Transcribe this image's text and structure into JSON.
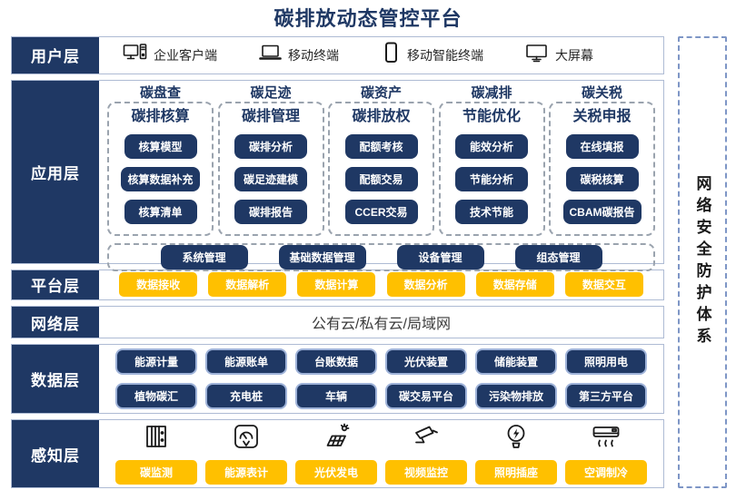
{
  "title": "碳排放动态管控平台",
  "security_band": {
    "label": "网络安全防护体系"
  },
  "colors": {
    "navy": "#1F3864",
    "yellow": "#FFC000",
    "row_border": "#AEBBD4",
    "chip_border": "#9FB3D9"
  },
  "layers": {
    "user": {
      "label": "用户层",
      "items": [
        {
          "icon": "desktop-computer-icon",
          "label": "企业客户端"
        },
        {
          "icon": "laptop-icon",
          "label": "移动终端"
        },
        {
          "icon": "smartphone-icon",
          "label": "移动智能终端"
        },
        {
          "icon": "large-screen-icon",
          "label": "大屏幕"
        }
      ]
    },
    "application": {
      "label": "应用层",
      "columns": [
        {
          "header": "碳盘查",
          "title": "碳排核算",
          "items": [
            "核算模型",
            "核算数据补充",
            "核算清单"
          ]
        },
        {
          "header": "碳足迹",
          "title": "碳排管理",
          "items": [
            "碳排分析",
            "碳足迹建模",
            "碳排报告"
          ]
        },
        {
          "header": "碳资产",
          "title": "碳排放权",
          "items": [
            "配额考核",
            "配额交易",
            "CCER交易"
          ]
        },
        {
          "header": "碳减排",
          "title": "节能优化",
          "items": [
            "能效分析",
            "节能分析",
            "技术节能"
          ]
        },
        {
          "header": "碳关税",
          "title": "关税申报",
          "items": [
            "在线填报",
            "碳税核算",
            "CBAM碳报告"
          ]
        }
      ],
      "common": [
        "系统管理",
        "基础数据管理",
        "设备管理",
        "组态管理"
      ]
    },
    "platform": {
      "label": "平台层",
      "items": [
        "数据接收",
        "数据解析",
        "数据计算",
        "数据分析",
        "数据存储",
        "数据交互"
      ]
    },
    "network": {
      "label": "网络层",
      "content": "公有云/私有云/局域网"
    },
    "data": {
      "label": "数据层",
      "rows": [
        [
          "能源计量",
          "能源账单",
          "台账数据",
          "光伏装置",
          "储能装置",
          "照明用电"
        ],
        [
          "植物碳汇",
          "充电桩",
          "车辆",
          "碳交易平台",
          "污染物排放",
          "第三方平台"
        ]
      ]
    },
    "perception": {
      "label": "感知层",
      "items": [
        {
          "icon": "carbon-monitor-icon",
          "label": "碳监测"
        },
        {
          "icon": "energy-meter-icon",
          "label": "能源表计"
        },
        {
          "icon": "solar-panel-icon",
          "label": "光伏发电"
        },
        {
          "icon": "video-camera-icon",
          "label": "视频监控"
        },
        {
          "icon": "light-bulb-icon",
          "label": "照明插座"
        },
        {
          "icon": "air-conditioner-icon",
          "label": "空调制冷"
        }
      ]
    }
  }
}
